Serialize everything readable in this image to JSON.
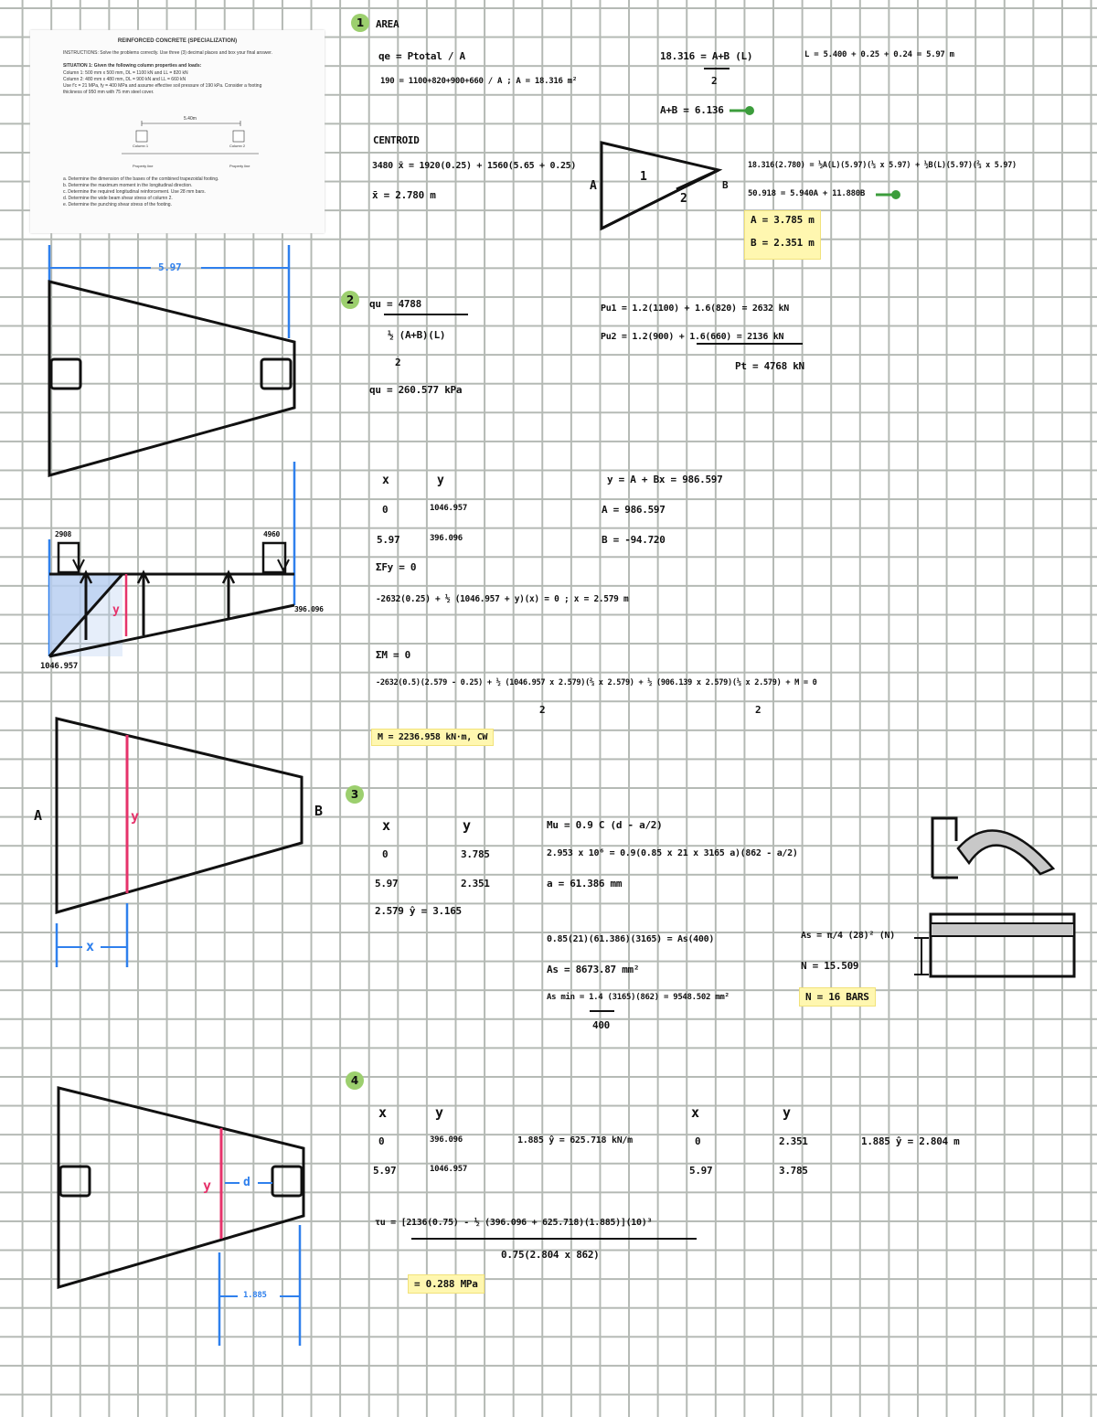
{
  "problem_sheet": {
    "title": "REINFORCED CONCRETE (SPECIALIZATION)",
    "instructions": "INSTRUCTIONS: Solve the problems correctly. Use three (3) decimal places and box your final answer.",
    "situation": "SITUATION 1: Given the following column properties and loads:",
    "column1": "Column 1: 500 mm x 500 mm, DL = 1100 kN and LL = 820 kN",
    "column2": "Column 2: 480 mm x 480 mm, DL = 900 kN and LL = 660 kN",
    "use_line1": "Use f'c = 21 MPa, fy = 400 MPa and assume effective soil pressure of 190 kPa. Consider a footing",
    "use_line2": "thickness of 950 mm with 75 mm steel cover.",
    "dimension": "5.40m",
    "col1_label": "Column 1",
    "col2_label": "Column 2",
    "property_line_left": "Property line",
    "property_line_right": "Property line",
    "questions": [
      "a. Determine the dimension of the bases of the combined trapezoidal footing.",
      "b. Determine the maximum moment in the longitudinal direction.",
      "c. Determine the required longitudinal reinforcement. Use 28 mm bars.",
      "d. Determine the wide beam shear stress of column 2.",
      "e. Determine the punching shear stress of the footing."
    ]
  },
  "badges": [
    "1",
    "2",
    "3",
    "4"
  ],
  "sketch_labels": {
    "length": "5.97",
    "load_left": "2908",
    "load_right": "4960",
    "pressure_left": "1046.957",
    "pressure_right": "396.096",
    "y": "y",
    "x": "x",
    "A": "A",
    "B": "B",
    "d": "d",
    "dim_bottom": "1.885",
    "tri_A": "A",
    "tri_B": "B",
    "tri_1": "1",
    "tri_2": "2"
  },
  "notes": {
    "s1_head": "AREA",
    "s1_l1": "qe = Ptotal / A",
    "s1_l2": "190 = 1100+820+900+660 / A ; A = 18.316 m²",
    "s1_eq1": "18.316 = A+B (L)",
    "s1_eq1b": "2",
    "s1_eq2": "A+B = 6.136",
    "s1_L": "L = 5.400 + 0.25 + 0.24 = 5.97 m",
    "s1_cent": "CENTROID",
    "s1_c1": "3480 x̄ = 1920(0.25) + 1560(5.65 + 0.25)",
    "s1_c2": "x̄ = 2.780 m",
    "s1_eq3": "18.316(2.780) = ½A(L)(5.97)(⅓ x 5.97) + ½B(L)(5.97)(⅔ x 5.97)",
    "s1_eq4": "50.918 = 5.940A + 11.880B",
    "s1_ans_A": "A = 3.785 m",
    "s1_ans_B": "B = 2.351 m",
    "s2_q1": "qu = 4788",
    "s2_q1b": "½ (A+B)(L)",
    "s2_q1c": "2",
    "s2_q2": "qu = 260.577 kPa",
    "s2_p1": "Pu1 = 1.2(1100) + 1.6(820) = 2632 kN",
    "s2_p2": "Pu2 = 1.2(900) + 1.6(660) = 2136 kN",
    "s2_p3": "Pt = 4768 kN",
    "s2_x": "x",
    "s2_y": "y",
    "s2_r1x": "0",
    "s2_r1y": "1046.957",
    "s2_r2x": "5.97",
    "s2_r2y": "396.096",
    "s2_lin": "y = A + Bx = 986.597",
    "s2_A": "A = 986.597",
    "s2_B": "B = -94.720",
    "s2_sum": "ΣFy = 0",
    "s2_sum_eq": "-2632(0.25) + ½ (1046.957 + y)(x) = 0 ; x = 2.579 m",
    "s2_m": "ΣM = 0",
    "s2_m_eq1": "-2632(0.5)(2.579 - 0.25) + ½ (1046.957 x 2.579)(⅔ x 2.579) + ½ (906.139 x 2.579)(⅓ x 2.579) + M = 0",
    "s2_m_b1": "2",
    "s2_m_b2": "2",
    "s2_ans": "M = 2236.958 kN·m, CW",
    "s3_x": "x",
    "s3_y": "y",
    "s3_r1x": "0",
    "s3_r1y": "3.785",
    "s3_r2x": "5.97",
    "s3_r2y": "2.351",
    "s3_r3": "2.579 ŷ = 3.165",
    "s3_mu": "Mu = 0.9 C (d - a/2)",
    "s3_eq1": "2.953 x 10⁶ = 0.9(0.85 x 21 x 3165 a)(862 - a/2)",
    "s3_a": "a = 61.386 mm",
    "s3_eq2": "0.85(21)(61.386)(3165) = As(400)",
    "s3_as": "As = 8673.87 mm²",
    "s3_asmin": "As min = 1.4 (3165)(862) = 9548.502 mm²",
    "s3_asmin_b": "400",
    "s3_n": "N = 16 BARS",
    "s3_formula": "As = π/4 (28)² (N)",
    "s3_nn": "N = 15.509",
    "s4_x": "x",
    "s4_y": "y",
    "s4_r1x": "0",
    "s4_r1y": "396.096",
    "s4_r2x": "5.97",
    "s4_r2y": "1046.957",
    "s4_res1": "1.885 ŷ = 625.718 kN/m",
    "s4_x2": "x",
    "s4_y2": "y",
    "s4_r1x2": "0",
    "s4_r1y2": "2.351",
    "s4_r2x2": "5.97",
    "s4_r2y2": "3.785",
    "s4_res2": "1.885 ŷ = 2.804 m",
    "s4_tau": "τu = [2136(0.75) - ½ (396.096 + 625.718)(1.885)](10)³",
    "s4_tau_b": "0.75(2.804 x 862)",
    "s4_ans": "= 0.288 MPa"
  }
}
